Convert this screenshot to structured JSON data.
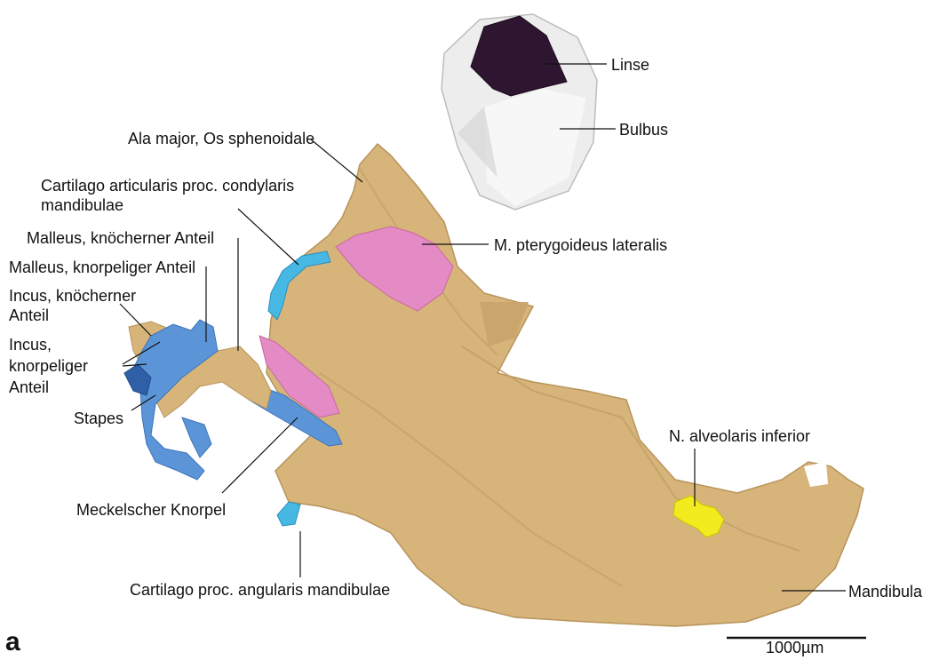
{
  "figure": {
    "panel_letter": "a",
    "scale_bar": "1000µm"
  },
  "labels": {
    "linse": "Linse",
    "bulbus": "Bulbus",
    "ala_major": "Ala major, Os sphenoidale",
    "cartilago_articularis_1": "Cartilago articularis proc. condylaris",
    "cartilago_articularis_2": "mandibulae",
    "malleus_knoch": "Malleus, knöcherner Anteil",
    "malleus_knorp": "Malleus, knorpeliger Anteil",
    "incus_knoch_1": "Incus, knöcherner",
    "incus_knoch_2": "Anteil",
    "incus_knorp_1": "Incus,",
    "incus_knorp_2": "knorpeliger",
    "incus_knorp_3": "Anteil",
    "stapes": "Stapes",
    "pterygoideus": "M. pterygoideus lateralis",
    "meckel": "Meckelscher Knorpel",
    "n_alveolaris": "N. alveolaris inferior",
    "cartilago_angularis": "Cartilago proc. angularis mandibulae",
    "mandibula": "Mandibula"
  },
  "colors": {
    "bone": "#d7b47a",
    "bone_dark": "#b8945c",
    "cartilage_blue": "#5b95d8",
    "cartilage_dark_blue": "#2f5fa6",
    "cyan": "#47b8e3",
    "muscle": "#e48bc6",
    "nerve": "#f2ec1e",
    "eye_white": "#eeeeee",
    "lens": "#2e1530"
  }
}
